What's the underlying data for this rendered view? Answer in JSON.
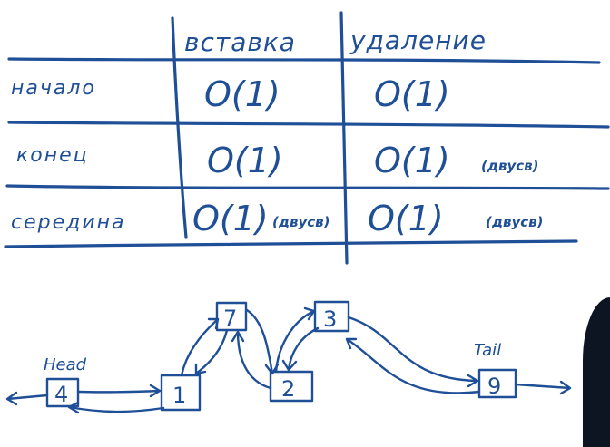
{
  "table": {
    "columns": [
      "вставка",
      "удаление"
    ],
    "rows": [
      {
        "label": "начало",
        "insert": "O(1)",
        "insert_note": "",
        "delete": "O(1)",
        "delete_note": ""
      },
      {
        "label": "конец",
        "insert": "O(1)",
        "insert_note": "",
        "delete": "O(1)",
        "delete_note": "(двусв)"
      },
      {
        "label": "середина",
        "insert": "O(1)",
        "insert_note": "(двусв)",
        "delete": "O(1)",
        "delete_note": "(двусв)"
      }
    ]
  },
  "list": {
    "head_label": "Head",
    "tail_label": "Tail",
    "nodes": [
      "4",
      "1",
      "7",
      "2",
      "3",
      "9"
    ]
  },
  "colors": {
    "ink": "#1f4f96",
    "background": "#ffffff"
  }
}
